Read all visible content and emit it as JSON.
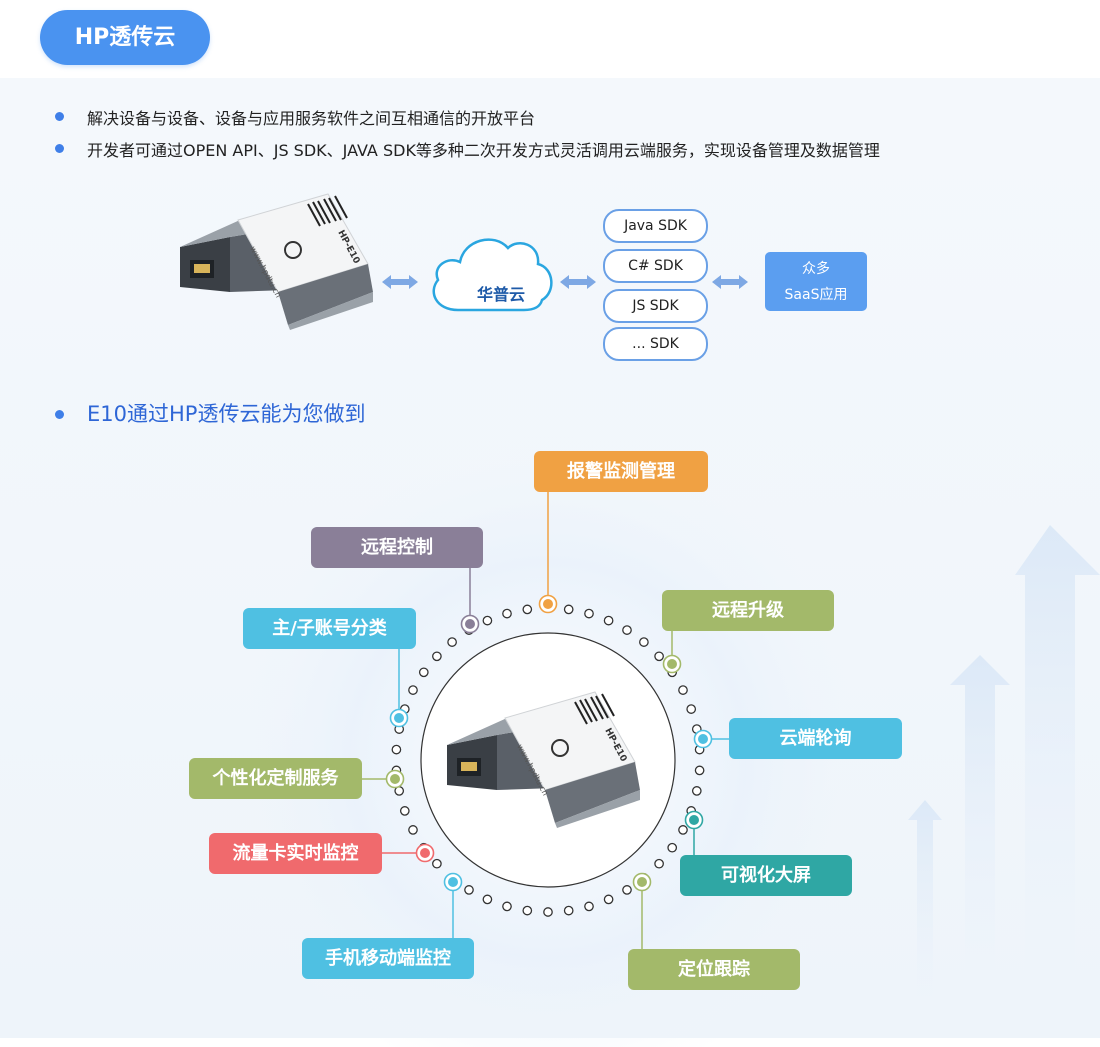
{
  "header": {
    "title": "HP透传云"
  },
  "intro": {
    "points": [
      "解决设备与设备、设备与应用服务软件之间互相通信的开放平台",
      "开发者可通过OPEN API、JS SDK、JAVA SDK等多种二次开发方式灵活调用云端服务，实现设备管理及数据管理"
    ]
  },
  "flow": {
    "cloud_label": "华普云",
    "sdks": [
      "Java SDK",
      "C# SDK",
      "JS SDK",
      "... SDK"
    ],
    "apps_line1": "众多",
    "apps_line2": "SaaS应用"
  },
  "module_labels": [
    "HP-E10",
    "www.hpdtu.cn"
  ],
  "features": {
    "heading": "E10通过HP透传云能为您做到",
    "items": [
      {
        "label": "报警监测管理",
        "color": "#f0a143"
      },
      {
        "label": "远程控制",
        "color": "#8a7f98"
      },
      {
        "label": "远程升级",
        "color": "#a3b96a"
      },
      {
        "label": "主/子账号分类",
        "color": "#4fc0e2"
      },
      {
        "label": "云端轮询",
        "color": "#4fc0e2"
      },
      {
        "label": "个性化定制服务",
        "color": "#a3b96a"
      },
      {
        "label": "流量卡实时监控",
        "color": "#f06a6d"
      },
      {
        "label": "可视化大屏",
        "color": "#2fa7a4"
      },
      {
        "label": "手机移动端监控",
        "color": "#4fc0e2"
      },
      {
        "label": "定位跟踪",
        "color": "#a3b96a"
      }
    ]
  },
  "colors": {
    "accent": "#4a93f0",
    "bullet": "#3f7fe8",
    "heading_blue": "#2e66d6"
  }
}
